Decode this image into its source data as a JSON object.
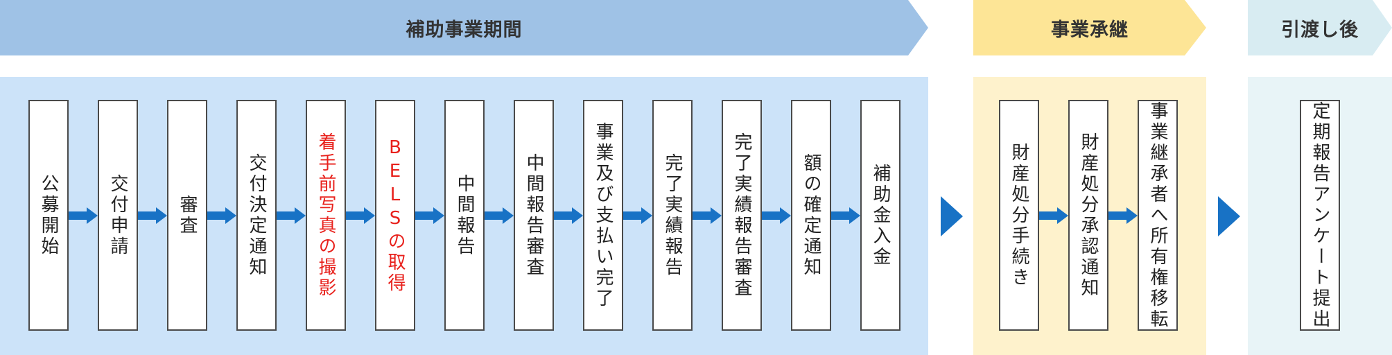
{
  "phases": {
    "subsidy": "補助事業期間",
    "succession": "事業承継",
    "after": "引渡し後"
  },
  "steps": [
    {
      "label": "公募開始",
      "color": "#222222"
    },
    {
      "label": "交付申請",
      "color": "#222222"
    },
    {
      "label": "審査",
      "color": "#222222"
    },
    {
      "label": "交付決定通知",
      "color": "#222222"
    },
    {
      "label": "着手前写真の撮影",
      "color": "#e8211c"
    },
    {
      "label": "BELSの取得",
      "color": "#e8211c"
    },
    {
      "label": "中間報告",
      "color": "#222222"
    },
    {
      "label": "中間報告審査",
      "color": "#222222"
    },
    {
      "label": "事業及び支払い完了",
      "color": "#222222"
    },
    {
      "label": "完了実績報告",
      "color": "#222222"
    },
    {
      "label": "完了実績報告審査",
      "color": "#222222"
    },
    {
      "label": "額の確定通知",
      "color": "#222222"
    },
    {
      "label": "補助金入金",
      "color": "#222222"
    }
  ],
  "succession_steps": [
    {
      "label": "財産処分手続き"
    },
    {
      "label": "財産処分承認通知"
    },
    {
      "label": "事業継承者へ所有権移転"
    }
  ],
  "after_steps": [
    {
      "label": "定期報告アンケート提出"
    }
  ],
  "colors": {
    "arrow": "#1872c5",
    "highlight_text": "#e8211c",
    "subsidy_header": "#9fc2e6",
    "succession_header": "#fde596",
    "after_header": "#d8ecf2"
  }
}
